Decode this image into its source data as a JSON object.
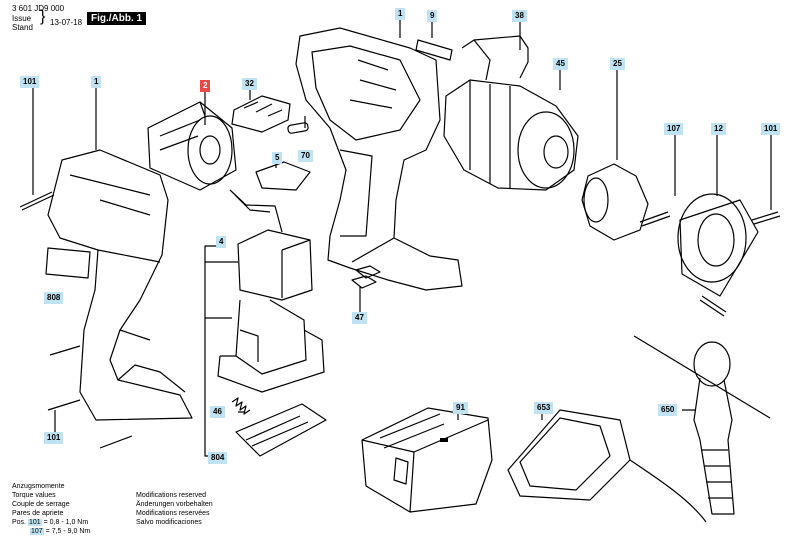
{
  "header": {
    "part_number": "3 601 JD9 000",
    "issue_label": "Issue",
    "stand_label": "Stand",
    "date": "13-07-18",
    "figure": "Fig./Abb. 1"
  },
  "callouts": [
    {
      "id": "c101a",
      "label": "101"
    },
    {
      "id": "c1a",
      "label": "1"
    },
    {
      "id": "c2",
      "label": "2"
    },
    {
      "id": "c32",
      "label": "32"
    },
    {
      "id": "c70",
      "label": "70"
    },
    {
      "id": "c5",
      "label": "5"
    },
    {
      "id": "c1b",
      "label": "1"
    },
    {
      "id": "c9",
      "label": "9"
    },
    {
      "id": "c38",
      "label": "38"
    },
    {
      "id": "c45",
      "label": "45"
    },
    {
      "id": "c25",
      "label": "25"
    },
    {
      "id": "c107",
      "label": "107"
    },
    {
      "id": "c12",
      "label": "12"
    },
    {
      "id": "c101b",
      "label": "101"
    },
    {
      "id": "c4",
      "label": "4"
    },
    {
      "id": "c808",
      "label": "808"
    },
    {
      "id": "c47",
      "label": "47"
    },
    {
      "id": "c46",
      "label": "46"
    },
    {
      "id": "c91",
      "label": "91"
    },
    {
      "id": "c653",
      "label": "653"
    },
    {
      "id": "c650",
      "label": "650"
    },
    {
      "id": "c101c",
      "label": "101"
    },
    {
      "id": "c804",
      "label": "804"
    }
  ],
  "torque": {
    "lines": [
      "Anzugsmomente",
      "Torque values",
      "Couple de serrage",
      "Pares de apriete"
    ],
    "pos_label": "Pos.",
    "values": [
      {
        "pos": "101",
        "sep": "=",
        "value": "0,8 - 1,0 Nm"
      },
      {
        "pos": "107",
        "sep": "=",
        "value": "7,5 - 9,0 Nm"
      }
    ]
  },
  "modifications": [
    "Modifications reserved",
    "Änderungen vorbehalten",
    "Modifications reservées",
    "Salvo modificaciones"
  ]
}
